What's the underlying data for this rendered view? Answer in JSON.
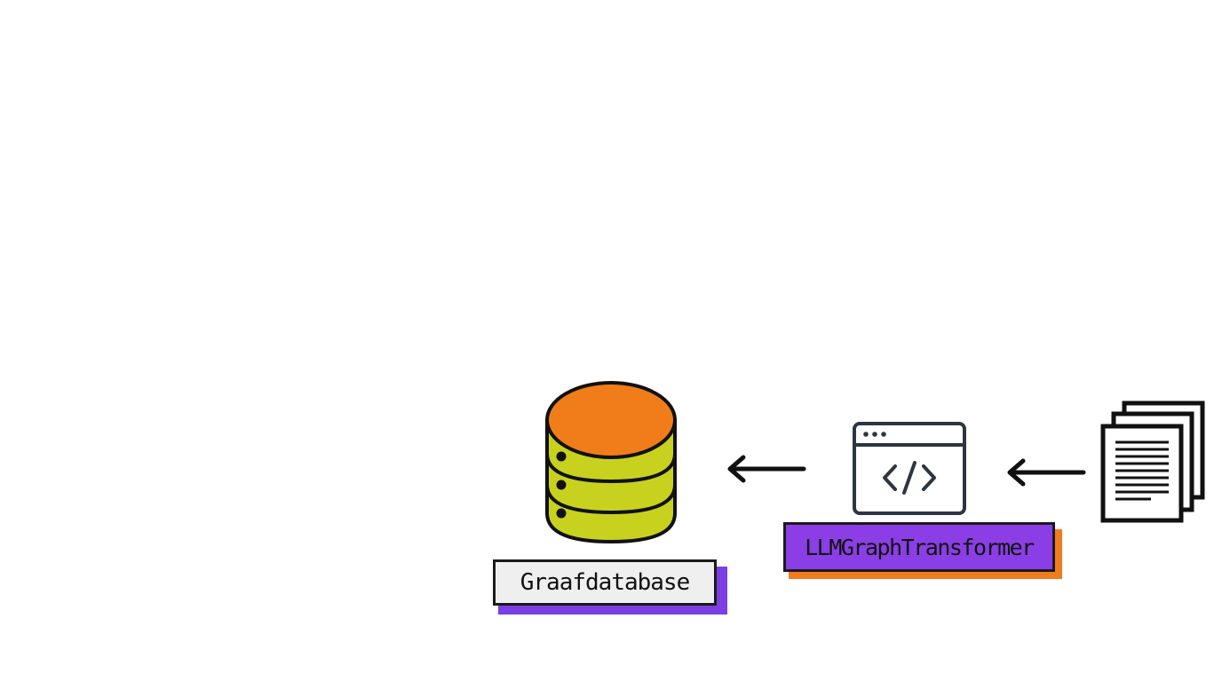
{
  "nodes": {
    "database": {
      "label": "Graafdatabase",
      "icon": "database-icon",
      "top_color": "#f07d1a",
      "body_color": "#c8d21e",
      "label_bg": "#efefef",
      "label_shadow": "#7b3fe4"
    },
    "transformer": {
      "label": "LLMGraphTransformer",
      "icon": "code-window-icon",
      "label_bg": "#8b3ee6",
      "label_shadow": "#ef7d1f"
    },
    "documents": {
      "icon": "documents-icon"
    }
  },
  "edges": [
    {
      "from": "documents",
      "to": "transformer"
    },
    {
      "from": "transformer",
      "to": "database"
    }
  ]
}
